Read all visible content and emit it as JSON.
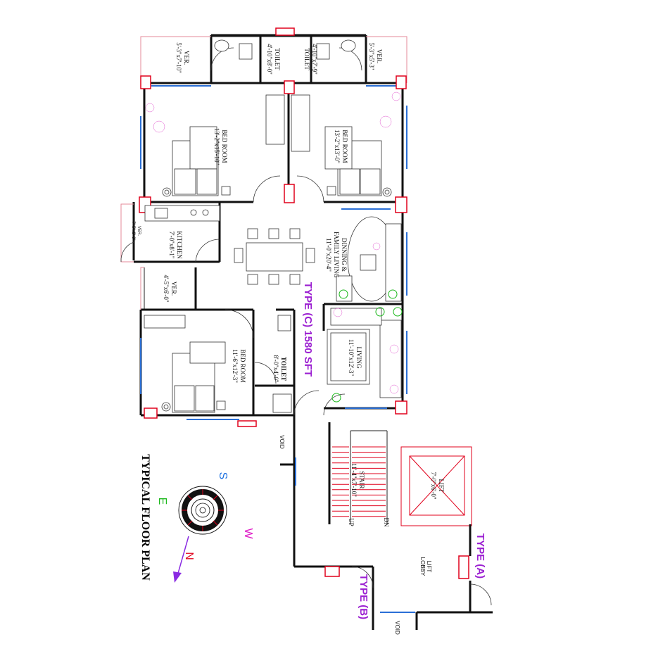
{
  "plan_title": "TYPICAL FLOOR PLAN",
  "unit_types": {
    "type_c": "TYPE (C) 1580 SFT",
    "type_a": "TYPE (A)",
    "type_b": "TYPE (B)"
  },
  "rooms": {
    "ver_top_left": {
      "name": "VER.",
      "size": "5'-3\"x7'-10\""
    },
    "ver_top_right": {
      "name": "VER.",
      "size": "5'-3\"x5'-3\""
    },
    "toilet_1": {
      "name": "TOILET",
      "size": "4'-10\"x8'-0\""
    },
    "toilet_2": {
      "name": "TOILET",
      "size": "4'-10\"x7'-9\""
    },
    "bed_1": {
      "name": "BED ROOM",
      "size": "13'-2\"x15'-10\""
    },
    "bed_2": {
      "name": "BED ROOM",
      "size": "13'-2\"x13'-0\""
    },
    "ver_kitchen": {
      "name": "VER.",
      "size": "7'-5\"x3'-6\""
    },
    "kitchen": {
      "name": "KITCHEN",
      "size": "7'-0\"x8'-1\""
    },
    "dining": {
      "name": "DINNING &",
      "name2": "FAMILY LIVING",
      "size": "11'-0\"x20'-4\""
    },
    "ver_mid": {
      "name": "VER.",
      "size": "4'-5\"x6'-0\""
    },
    "bed_3": {
      "name": "BED ROOM",
      "size": "11'-6\"x12'-3\""
    },
    "toilet_3": {
      "name": "TOILET",
      "size": "8'-0\"x4'-0\""
    },
    "living": {
      "name": "LIVING",
      "size": "11'-10\"x12'-3\""
    },
    "stair": {
      "name": "STAIR",
      "size": "11'-4\"x7'-10\"",
      "up": "UP",
      "dn": "DN"
    },
    "lift": {
      "name": "LIFT",
      "size": "7'-0\"x6'-0\""
    },
    "lift_lobby": {
      "name": "LIFT",
      "name2": "LOBBY"
    },
    "void_1": {
      "name": "VOID"
    },
    "void_2": {
      "name": "VOID"
    }
  },
  "compass": {
    "s": "S",
    "e": "E",
    "w": "W",
    "n": "N",
    "colors": {
      "s": "#1a6fe0",
      "e": "#1cb81c",
      "w": "#e021c8",
      "n": "#e0001b",
      "arrow": "#8a2be2"
    }
  },
  "colors": {
    "type_label": "#9b1fd1",
    "column": "#e0001b",
    "window": "#2a6fd6",
    "wall": "#111111"
  }
}
